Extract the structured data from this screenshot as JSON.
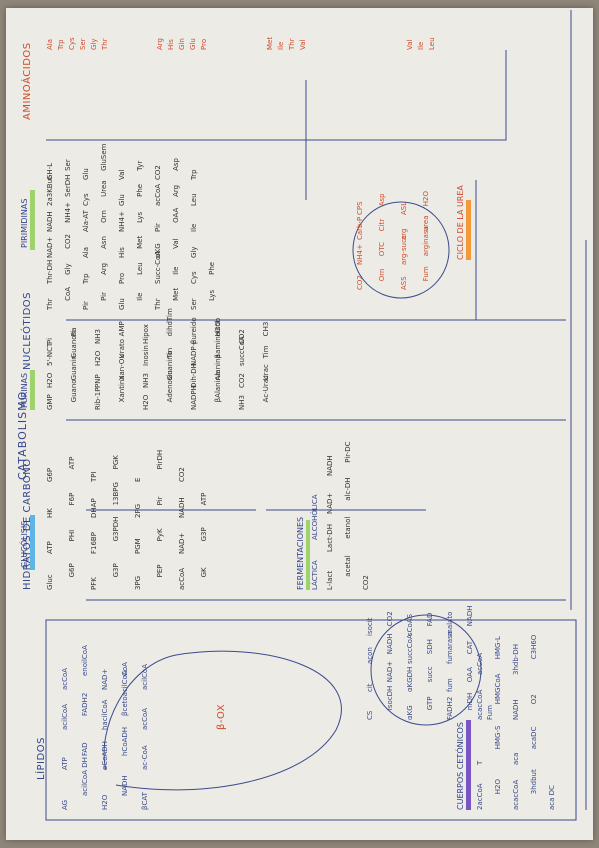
{
  "colors": {
    "paper": "#ecebe6",
    "ink_blue": "#34458c",
    "ink_red": "#d24a2a",
    "highlight_green": "#9ed36b",
    "highlight_blue": "#5fb4e6",
    "highlight_purple": "#7a56c4",
    "highlight_orange": "#f29a3a",
    "highlight_pink": "#e05aa0"
  },
  "headings": {
    "main_title": "CATABOLISMO",
    "carbohydrates": "HIDRATOS DE CARBONO",
    "nucleotides": "NUCLEÓTIDOS",
    "amino_acids": "AMINOÁCIDOS",
    "lipids": "LÍPIDOS",
    "glycolysis": "GLUCÓLISIS",
    "purines": "PURINAS",
    "pyrimidines": "PIRIMIDINAS",
    "fermentations": "FERMENTACIONES",
    "lactic": "LÁCTICA",
    "alcoholic": "ALCOHÓLICA",
    "ketone_bodies": "CUERPOS CETÓNICOS",
    "urea_cycle": "CICLO DE LA UREA",
    "beta_ox": "β-OX"
  },
  "lipids": {
    "labels": [
      "AG",
      "ATP",
      "acilCoA",
      "acCoA",
      "acilCoA DH",
      "FAD",
      "FADH2",
      "enoilCoA",
      "H2O",
      "eCoADH",
      "hacilCoA",
      "NAD+",
      "NADH",
      "hCoADH",
      "βcetoacilCoA",
      "CoA",
      "βCAT",
      "ac-CoA",
      "acCoA",
      "acilCoA"
    ]
  },
  "glycolysis": {
    "labels": [
      "Gluc",
      "ATP",
      "HK",
      "G6P",
      "G6P",
      "PHI",
      "F6P",
      "ATP",
      "PFK",
      "F16BP",
      "DHAP",
      "TPI",
      "G3P",
      "G3PDH",
      "13BPG",
      "PGK",
      "3PG",
      "PGM",
      "2PG",
      "E",
      "PEP",
      "PyK",
      "Pir",
      "PirDH",
      "acCoA",
      "NAD+",
      "NADH",
      "CO2",
      "GK",
      "G3P",
      "ATP"
    ]
  },
  "fermentation": {
    "labels": [
      "L-lact",
      "Lact-DH",
      "NAD+",
      "NADH",
      "acetal",
      "etanol",
      "alc-DH",
      "Pir-DC",
      "CO2"
    ]
  },
  "krebs": {
    "labels": [
      "CS",
      "cit",
      "acon",
      "isocit",
      "IsocDH",
      "NAD+",
      "NADH",
      "CO2",
      "αKG",
      "αKGDH",
      "succCoA",
      "sCoAS",
      "GTP",
      "succ",
      "SDH",
      "FAD",
      "FADH2",
      "fum",
      "fumarasa",
      "malato",
      "mDH",
      "OAA",
      "CAT",
      "NADH",
      "Fum"
    ]
  },
  "ketone": {
    "labels": [
      "2acCoA",
      "T",
      "acacCoA",
      "acCoA",
      "H2O",
      "HMG-S",
      "HMGCoA",
      "HMG-L",
      "acacCoA",
      "aca",
      "NADH",
      "3hdb-DH",
      "3hdbut",
      "acaDC",
      "O2",
      "C3H6O",
      "aca DC"
    ]
  },
  "nucleotides": {
    "labels": [
      "GMP",
      "H2O",
      "5'-NCT",
      "Pi",
      "Guano",
      "Guanin",
      "Guanosa",
      "Pi",
      "Rib-1P",
      "PNP",
      "H2O",
      "NH3",
      "Xantina",
      "Xan-Ox",
      "Urato",
      "AMP",
      "H2O",
      "NH3",
      "Inosin",
      "Hipox",
      "Adenosin",
      "Guanino",
      "Tin",
      "dihdTim",
      "NADPH",
      "Dih-DH",
      "NADP+",
      "βureido",
      "βAlanina",
      "Alanina",
      "βaminoisob",
      "H2O",
      "NH3",
      "CO2",
      "succCoA",
      "CO2",
      "Ac-Urac",
      "Urac",
      "Tim",
      "CH3"
    ]
  },
  "amino_acids": {
    "labels": [
      "Thr",
      "Thr-DH",
      "NAD+",
      "NADH",
      "2a3KBut",
      "GH-L",
      "CoA",
      "Gly",
      "CO2",
      "NH4+",
      "SerDH",
      "Ser",
      "Pir",
      "Trp",
      "Ala",
      "Ala-AT",
      "Cys",
      "Glu",
      "Pir",
      "Arg",
      "Asn",
      "Orn",
      "Urea",
      "GluSem",
      "Glu",
      "Pro",
      "His",
      "NH4+",
      "Glu",
      "Val",
      "Ile",
      "Leu",
      "Met",
      "Lys",
      "Phe",
      "Tyr",
      "Thr",
      "Succ-CoA",
      "αKG",
      "Pir",
      "acCoA",
      "CO2",
      "Met",
      "Ile",
      "Val",
      "OAA",
      "Arg",
      "Asp",
      "Ser",
      "Cys",
      "Gly",
      "Ile",
      "Leu",
      "Trp",
      "Lys",
      "Phe"
    ]
  },
  "urea": {
    "labels": [
      "CO2",
      "NH4+",
      "Carb-P",
      "CPS",
      "Orn",
      "OTC",
      "Citr",
      "Asp",
      "ASS",
      "arg-succ",
      "arg",
      "ASL",
      "Fum",
      "arginasa",
      "urea",
      "H2O"
    ]
  },
  "side_lists": {
    "right_top": [
      "Ala",
      "Trp",
      "Cys",
      "Ser",
      "Gly",
      "Thr"
    ],
    "right_mid": [
      "Arg",
      "His",
      "Gln",
      "Glu",
      "Pro"
    ],
    "right_low": [
      "Met",
      "Ile",
      "Thr",
      "Val"
    ],
    "right_bottom": [
      "Val",
      "Ile",
      "Leu"
    ]
  }
}
